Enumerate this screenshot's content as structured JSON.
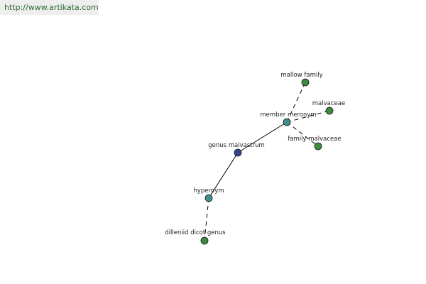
{
  "watermark": {
    "text": "http://www.artikata.com"
  },
  "colors": {
    "center": "#33418f",
    "relation": "#3f8f8c",
    "leaf": "#3f8a3f"
  },
  "graph": {
    "nodes": [
      {
        "id": "genus-malvastrum",
        "label": "genus malvastrum",
        "kind": "center"
      },
      {
        "id": "member-meronym",
        "label": "member meronym",
        "kind": "relation"
      },
      {
        "id": "hypernym",
        "label": "hypernym",
        "kind": "relation"
      },
      {
        "id": "mallow-family",
        "label": "mallow family",
        "kind": "leaf"
      },
      {
        "id": "malvaceae",
        "label": "malvaceae",
        "kind": "leaf"
      },
      {
        "id": "family-malvaceae",
        "label": "family malvaceae",
        "kind": "leaf"
      },
      {
        "id": "dilleniid-dicot-genus",
        "label": "dilleniid dicot genus",
        "kind": "leaf"
      }
    ],
    "edges": [
      {
        "from": "genus-malvastrum",
        "to": "member-meronym",
        "style": "solid"
      },
      {
        "from": "genus-malvastrum",
        "to": "hypernym",
        "style": "solid"
      },
      {
        "from": "member-meronym",
        "to": "mallow-family",
        "style": "dashed"
      },
      {
        "from": "member-meronym",
        "to": "malvaceae",
        "style": "dashed"
      },
      {
        "from": "member-meronym",
        "to": "family-malvaceae",
        "style": "dashed"
      },
      {
        "from": "hypernym",
        "to": "dilleniid-dicot-genus",
        "style": "dashed"
      }
    ]
  }
}
